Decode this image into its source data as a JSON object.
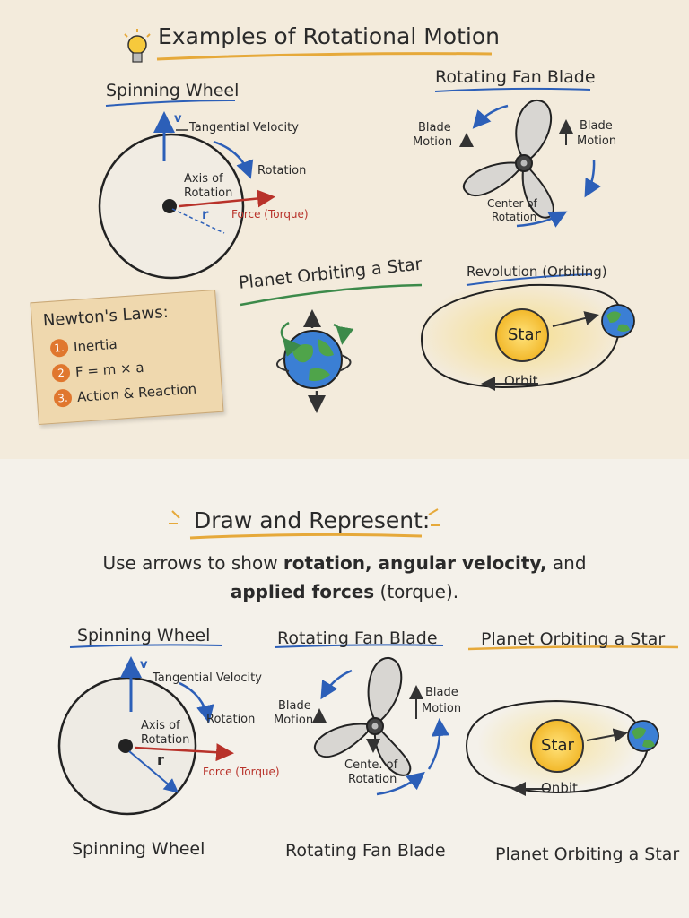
{
  "top": {
    "title": "Examples of Rotational  Motion",
    "wheel": {
      "heading": "Spinning Wheel",
      "v": "v",
      "tangential": "Tangential Velocity",
      "rotation": "Rotation",
      "axis_line1": "Axis of",
      "axis_line2": "Rotation",
      "r": "r",
      "force": "Force (Torque)"
    },
    "fan": {
      "heading": "Rotating Fan Blade",
      "left_line1": "Blade",
      "left_line2": "Motion",
      "right_line1": "Blade",
      "right_line2": "Motion",
      "center_line1": "Center of",
      "center_line2": "Rotation"
    },
    "planet": {
      "heading": "Planet Orbiting a Star"
    },
    "revolution": {
      "heading": "Revolution (Orbiting)",
      "star": "Star",
      "orbit": "Orbit"
    },
    "newton": {
      "title": "Newton's Laws:",
      "items": [
        {
          "num": "1.",
          "text": "Inertia"
        },
        {
          "num": "2",
          "text": "F = m × a"
        },
        {
          "num": "3.",
          "text": "Action & Reaction"
        }
      ]
    }
  },
  "bottom": {
    "title": "Draw and Represent:",
    "instr_plain1": "Use arrows to show ",
    "instr_bold1": "rotation, angular velocity,",
    "instr_plain2": " and",
    "instr_bold2": "applied forces",
    "instr_plain3": " (torque).",
    "wheel": {
      "heading": "Spinning Wheel",
      "v": "v",
      "tangential": "Tangential Velocity",
      "rotation": "Rotation",
      "axis_line1": "Axis of",
      "axis_line2": "Rotation",
      "r": "r",
      "force": "Force (Torque)",
      "caption": "Spinning Wheel"
    },
    "fan": {
      "heading": "Rotating Fan Blade",
      "left_line1": "Blade",
      "left_line2": "Motion",
      "right_line1": "Blade",
      "right_line2": "Motion",
      "center_line1": "Cente. of",
      "center_line2": "Rotation",
      "caption": "Rotating Fan Blade"
    },
    "planet": {
      "heading": "Planet Orbiting a Star",
      "star": "Star",
      "orbit": "Onbit",
      "caption": "Planet Orbiting a Star"
    }
  },
  "colors": {
    "blue": "#2c5fb8",
    "red": "#b8322a",
    "star": "#f4c534",
    "accent": "#e6a93a",
    "badge": "#e0772e",
    "card": "#efd8ae"
  },
  "icons": [
    "lightbulb-icon",
    "earth-icon",
    "sparkle-icon"
  ]
}
